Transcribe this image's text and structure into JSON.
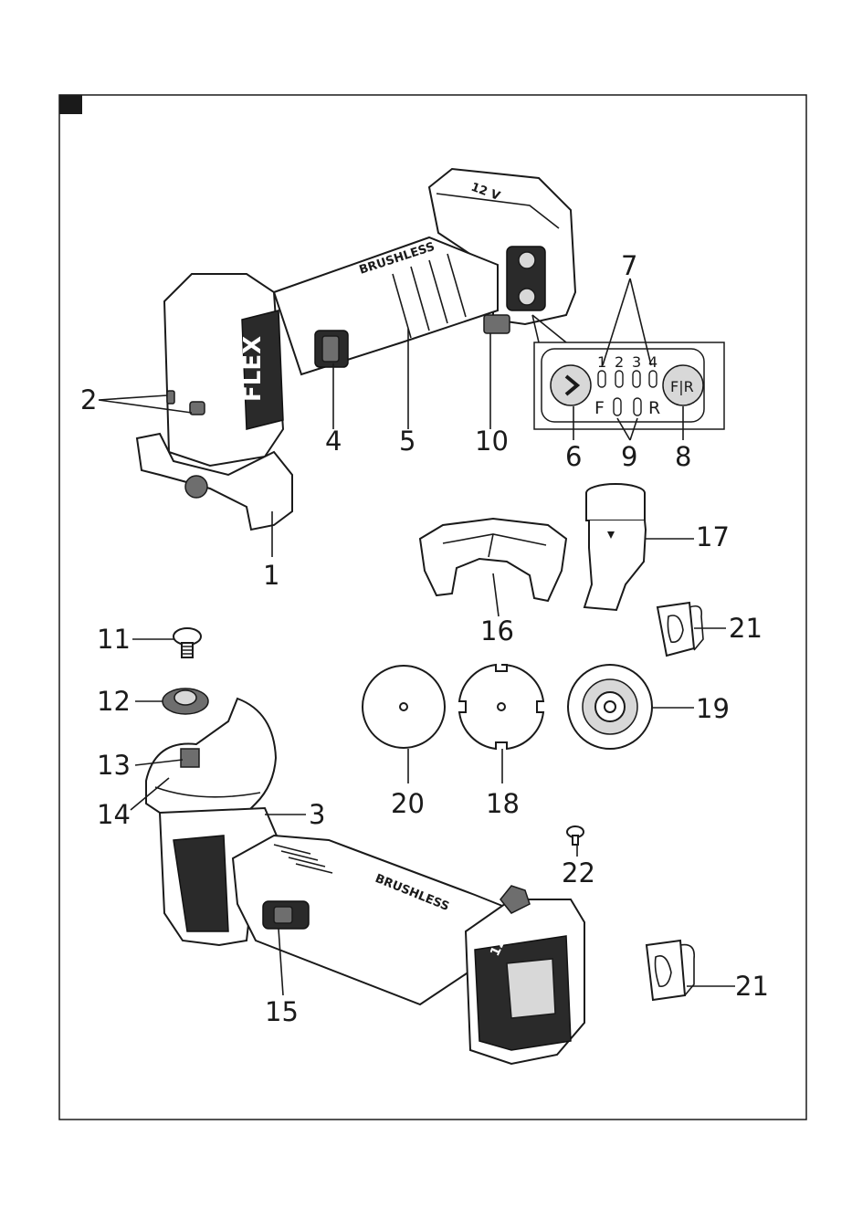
{
  "figure": {
    "callouts": {
      "c1": "1",
      "c2": "2",
      "c3": "3",
      "c4": "4",
      "c5": "5",
      "c6": "6",
      "c7": "7",
      "c8": "8",
      "c9": "9",
      "c10": "10",
      "c11": "11",
      "c12": "12",
      "c13": "13",
      "c14": "14",
      "c15": "15",
      "c16": "16",
      "c17": "17",
      "c18": "18",
      "c19": "19",
      "c20": "20",
      "c21a": "21",
      "c21b": "21",
      "c22": "22"
    },
    "panel": {
      "speed_1": "1",
      "speed_2": "2",
      "speed_3": "3",
      "speed_4": "4",
      "dir_f": "F",
      "dir_r": "R",
      "fr_button": "F|R"
    },
    "tool_markings": {
      "brand": "FLEX",
      "voltage": "12 V",
      "motor": "BRUSHLESS"
    }
  }
}
